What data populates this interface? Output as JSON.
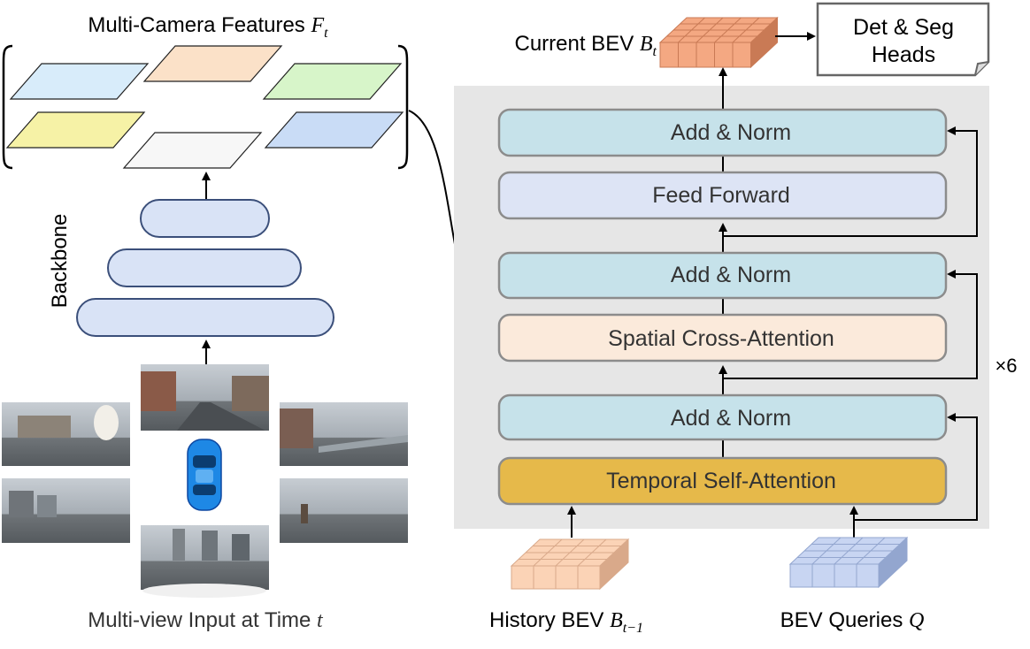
{
  "features": {
    "title_prefix": "Multi-Camera Features",
    "title_symbol": "F",
    "title_sub": "t",
    "planes": [
      {
        "fill": "#d8ecfa"
      },
      {
        "fill": "#fbe1c8"
      },
      {
        "fill": "#d7f5c9"
      },
      {
        "fill": "#f6f2a6"
      },
      {
        "fill": "#f7f7f7"
      },
      {
        "fill": "#c9dcf6"
      }
    ]
  },
  "backbone": {
    "label": "Backbone",
    "fill": "#d9e3f6",
    "stroke": "#3b4f7a"
  },
  "input": {
    "caption_prefix": "Multi-view Input at Time",
    "caption_symbol": "t",
    "car_color": "#1e88e5"
  },
  "current_bev": {
    "label_prefix": "Current BEV",
    "symbol": "B",
    "sub": "t",
    "fill": "#f4a882",
    "side": "#c97a55"
  },
  "heads": {
    "line1": "Det & Seg",
    "line2": "Heads"
  },
  "encoder": {
    "panel_fill": "#e6e6e6",
    "repeat": "×6",
    "blocks": {
      "add_norm_top": "Add & Norm",
      "feed_forward": "Feed Forward",
      "add_norm_mid": "Add & Norm",
      "spatial_cross_attention": "Spatial Cross-Attention",
      "add_norm_bottom": "Add & Norm",
      "temporal_self_attention": "Temporal Self-Attention"
    },
    "colors": {
      "add_norm": "#c6e2ea",
      "feed_forward": "#dde4f5",
      "spatial": "#fbeadb",
      "temporal": "#e6b94a"
    }
  },
  "history_bev": {
    "label_prefix": "History BEV",
    "symbol": "B",
    "sub": "t−1",
    "fill": "#fbd3b6",
    "side": "#d9a98a"
  },
  "bev_queries": {
    "label_prefix": "BEV Queries",
    "symbol": "Q",
    "fill": "#c8d5f2",
    "side": "#93a6cf"
  }
}
